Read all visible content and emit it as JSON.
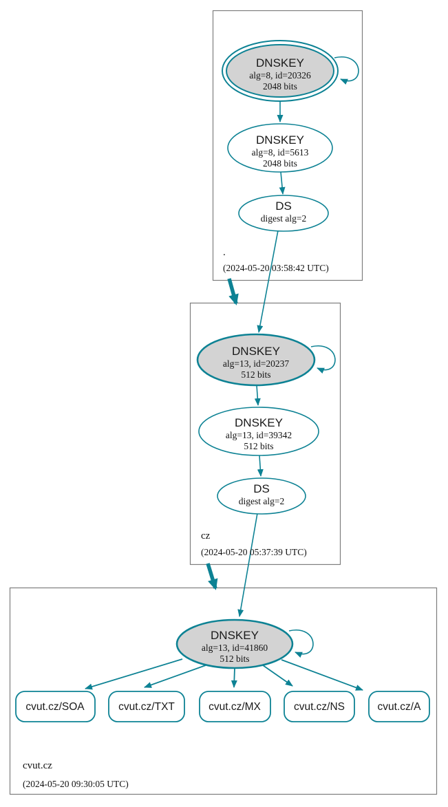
{
  "colors": {
    "secure_edge": "#0d8294",
    "ksk_fill": "#d3d3d3",
    "node_fill": "#ffffff",
    "zone_box_border": "#7d7d7d",
    "text": "#111111"
  },
  "zones": {
    "root": {
      "label": ".",
      "timestamp": "(2024-05-20 03:58:42 UTC)",
      "ksk": {
        "title": "DNSKEY",
        "detail": "alg=8, id=20326",
        "size": "2048 bits"
      },
      "zsk": {
        "title": "DNSKEY",
        "detail": "alg=8, id=5613",
        "size": "2048 bits"
      },
      "ds": {
        "title": "DS",
        "detail": "digest alg=2"
      }
    },
    "cz": {
      "label": "cz",
      "timestamp": "(2024-05-20 05:37:39 UTC)",
      "ksk": {
        "title": "DNSKEY",
        "detail": "alg=13, id=20237",
        "size": "512 bits"
      },
      "zsk": {
        "title": "DNSKEY",
        "detail": "alg=13, id=39342",
        "size": "512 bits"
      },
      "ds": {
        "title": "DS",
        "detail": "digest alg=2"
      }
    },
    "cvut": {
      "label": "cvut.cz",
      "timestamp": "(2024-05-20 09:30:05 UTC)",
      "ksk": {
        "title": "DNSKEY",
        "detail": "alg=13, id=41860",
        "size": "512 bits"
      },
      "rrsets": [
        {
          "label": "cvut.cz/SOA"
        },
        {
          "label": "cvut.cz/TXT"
        },
        {
          "label": "cvut.cz/MX"
        },
        {
          "label": "cvut.cz/NS"
        },
        {
          "label": "cvut.cz/A"
        }
      ]
    }
  }
}
